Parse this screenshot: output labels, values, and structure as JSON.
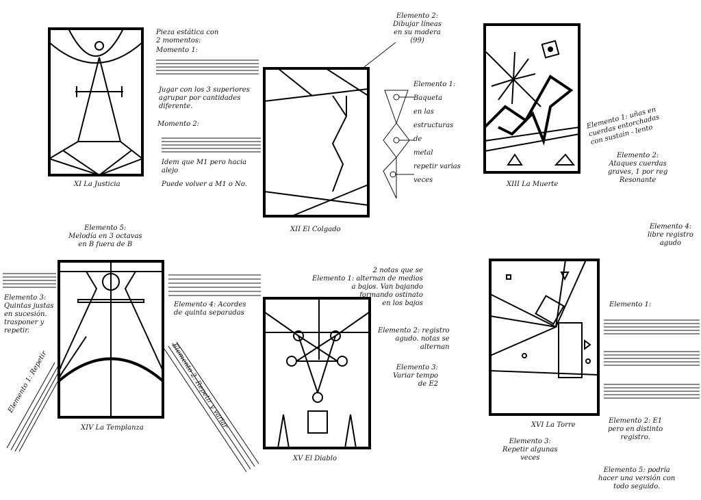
{
  "cards": [
    {
      "label": "XI La Justicia"
    },
    {
      "label": "XII El Colgado"
    },
    {
      "label": "XIII La Muerte"
    },
    {
      "label": "XIV La Templanza"
    },
    {
      "label": "XV El Diablo"
    },
    {
      "label": "XVI La Torre"
    }
  ],
  "notes": {
    "justicia_intro": "Pieza estática con\n2 momentos:",
    "justicia_m1": "Momento 1:",
    "justicia_m1_desc": "Jugar con los 3 superiores\nagrupar por cantidades\ndiferente.",
    "justicia_m2": "Momento 2:",
    "justicia_m2_desc": "Idem que M1 pero hacia\nalejo",
    "justicia_end": "Puede volver a M1 o No.",
    "colgado_e2": "Elemento 2:\nDibujar líneas\nen su madera\n(99)",
    "colgado_e1": "Elemento 1:\nBaqueta\nen las\nestructuras\nde\nmetal\nrepetir varias\nveces",
    "muerte_e1": "Elemento 1: uñas en\ncuerdas entorchadas\ncon sustain - lento",
    "muerte_e2": "Elemento 2:\nAtaques cuerdas\ngraves, 1 por reg\nResonante",
    "templanza_e5": "Elemento 5:\nMelodía en 3 octavas\nen B        fuera de B",
    "templanza_e3": "Elemento 3:\nQuintas justas\nen sucesión.\ntrasponer y\nrepetir.",
    "templanza_e4": "Elemento 4: Acordes\nde quinta separadas",
    "templanza_e1": "Elemento 1: Repetir",
    "templanza_e2": "Elemento 2: Repetir y variar",
    "diablo_e1": "2 notas que se\nElemento 1:  alternan de medios\na bajos. Van bajando\nformando ostinato\nen los bajos",
    "diablo_e2": "Elemento 2: registro\nagudo. notas se\nalternan",
    "diablo_e3": "Elemento 3:\nVariar tempo\nde E2",
    "torre_e4": "Elemento 4:\nlibre registro\nagudo",
    "torre_e1": "Elemento 1:",
    "torre_e2": "Elemento 2: E1\npero en distinto\nregistro.",
    "torre_e3": "Elemento 3:\nRepetir algunas\nveces",
    "torre_e5": "Elemento 5: podría\nhacer una versión con\ntodo seguido."
  }
}
